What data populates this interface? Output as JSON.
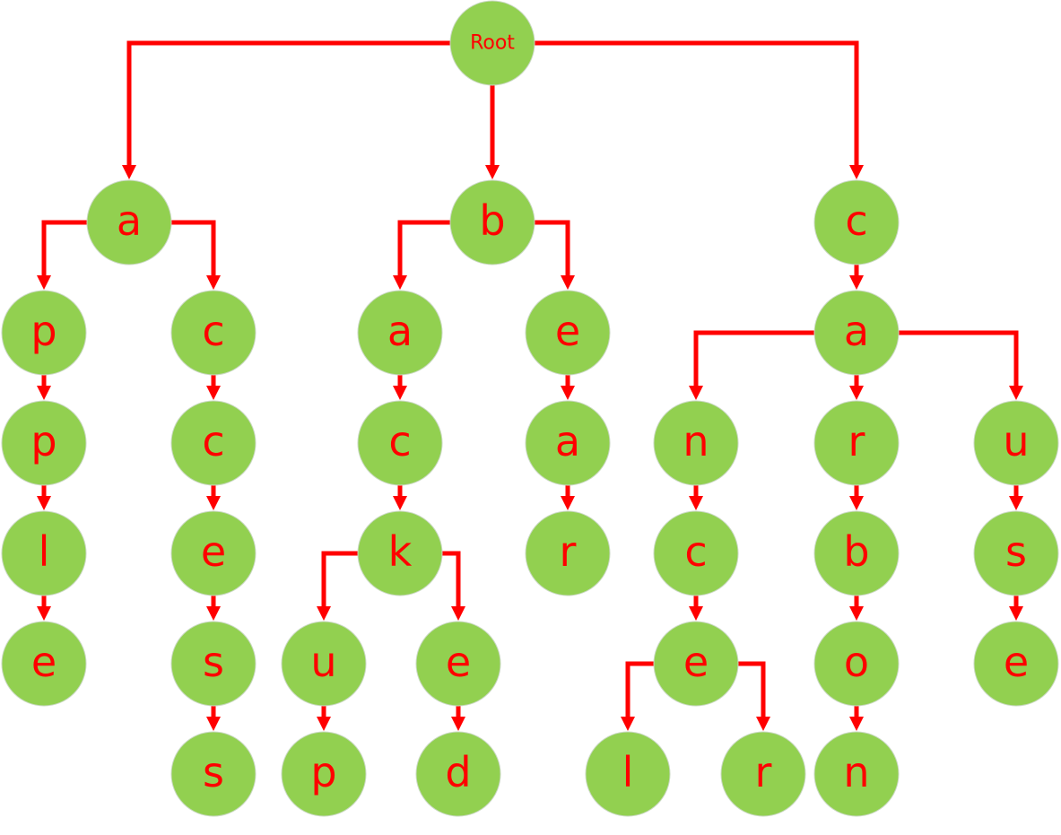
{
  "colors": {
    "node_fill": "#92d050",
    "node_text": "#ff0000",
    "edge": "#ff0000"
  },
  "tree": {
    "label": "Root",
    "children": [
      {
        "label": "a",
        "children": [
          {
            "label": "p",
            "children": [
              {
                "label": "p",
                "children": [
                  {
                    "label": "l",
                    "children": [
                      {
                        "label": "e",
                        "children": []
                      }
                    ]
                  }
                ]
              }
            ]
          },
          {
            "label": "c",
            "children": [
              {
                "label": "c",
                "children": [
                  {
                    "label": "e",
                    "children": [
                      {
                        "label": "s",
                        "children": [
                          {
                            "label": "s",
                            "children": []
                          }
                        ]
                      }
                    ]
                  }
                ]
              }
            ]
          }
        ]
      },
      {
        "label": "b",
        "children": [
          {
            "label": "a",
            "children": [
              {
                "label": "c",
                "children": [
                  {
                    "label": "k",
                    "children": [
                      {
                        "label": "u",
                        "children": [
                          {
                            "label": "p",
                            "children": []
                          }
                        ]
                      },
                      {
                        "label": "e",
                        "children": [
                          {
                            "label": "d",
                            "children": []
                          }
                        ]
                      }
                    ]
                  }
                ]
              }
            ]
          },
          {
            "label": "e",
            "children": [
              {
                "label": "a",
                "children": [
                  {
                    "label": "r",
                    "children": []
                  }
                ]
              }
            ]
          }
        ]
      },
      {
        "label": "c",
        "children": [
          {
            "label": "a",
            "children": [
              {
                "label": "n",
                "children": [
                  {
                    "label": "c",
                    "children": [
                      {
                        "label": "e",
                        "children": [
                          {
                            "label": "l",
                            "children": []
                          },
                          {
                            "label": "r",
                            "children": []
                          }
                        ]
                      }
                    ]
                  }
                ]
              },
              {
                "label": "r",
                "children": [
                  {
                    "label": "b",
                    "children": [
                      {
                        "label": "o",
                        "children": [
                          {
                            "label": "n",
                            "children": []
                          }
                        ]
                      }
                    ]
                  }
                ]
              },
              {
                "label": "u",
                "children": [
                  {
                    "label": "s",
                    "children": [
                      {
                        "label": "e",
                        "children": []
                      }
                    ]
                  }
                ]
              }
            ]
          }
        ]
      }
    ]
  }
}
